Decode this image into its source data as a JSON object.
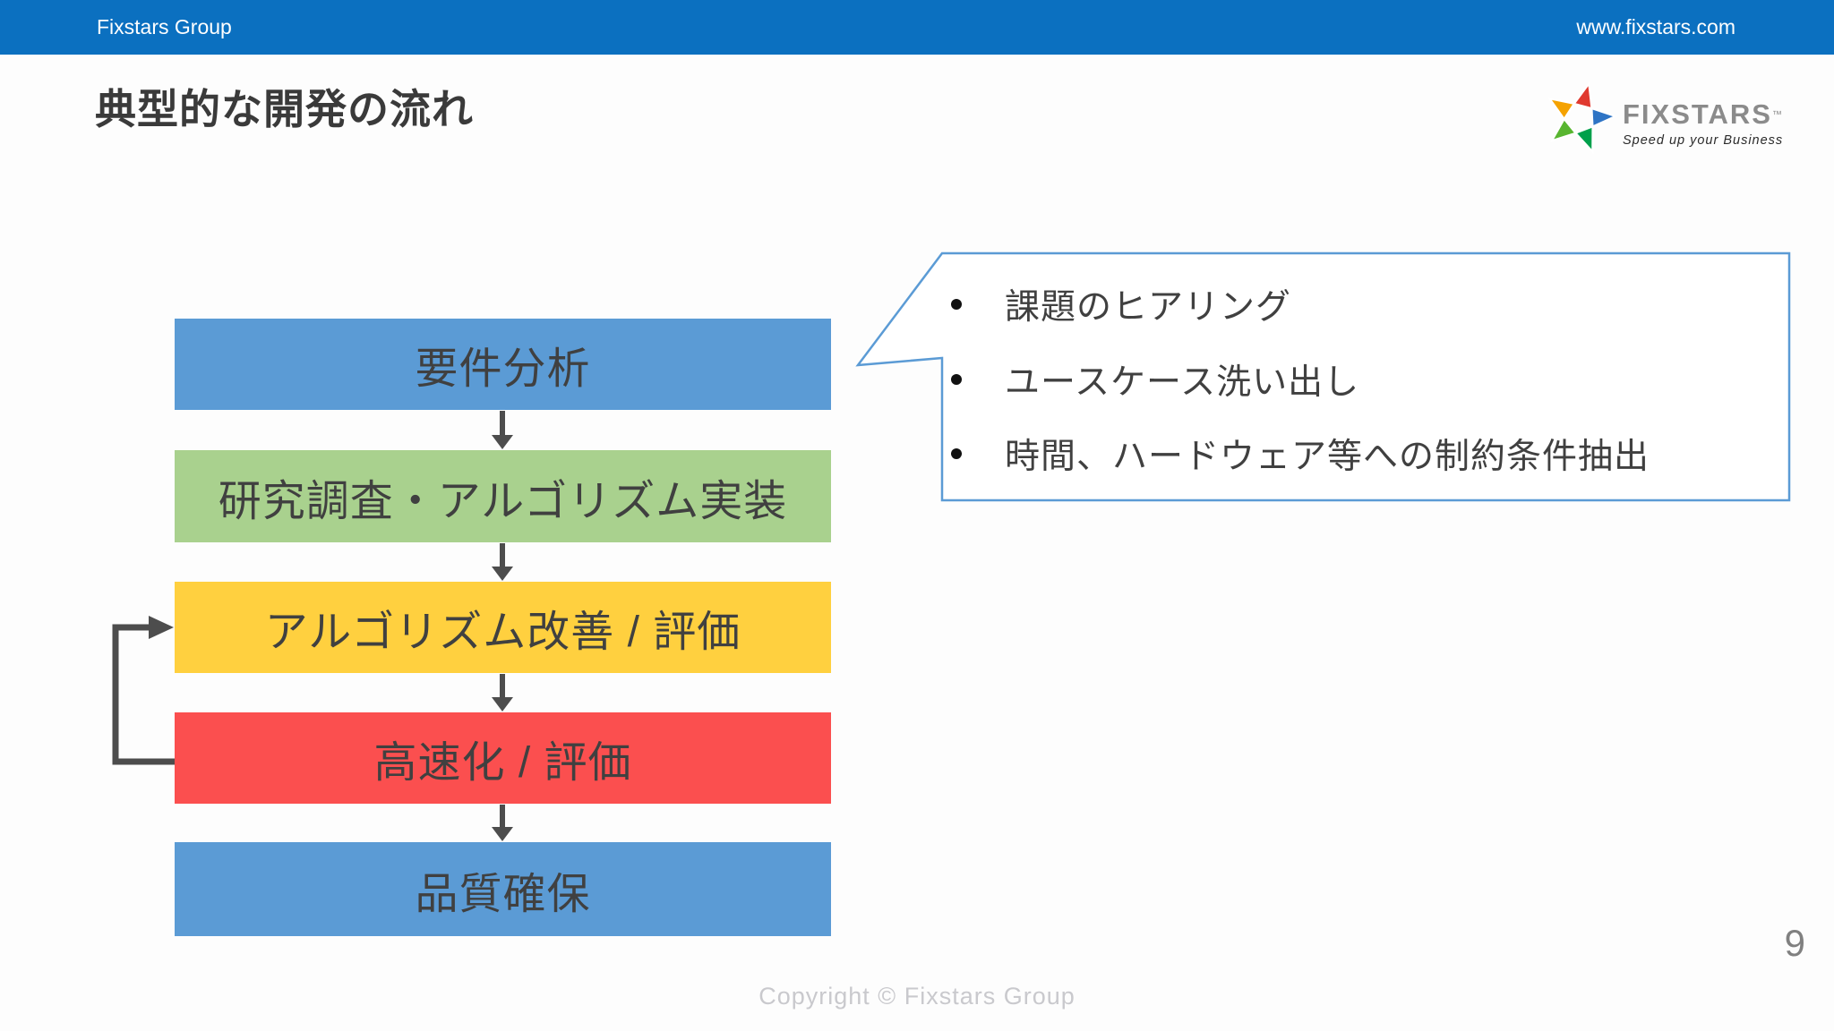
{
  "header": {
    "left": "Fixstars Group",
    "right": "www.fixstars.com"
  },
  "title": "典型的な開発の流れ",
  "logo": {
    "wordmark": "FIXSTARS",
    "trademark": "™",
    "tagline": "Speed up your Business",
    "star_colors": [
      "#e0392f",
      "#2e74c5",
      "#00a04b",
      "#58b530",
      "#f5a200"
    ]
  },
  "flow": {
    "steps": [
      {
        "label": "要件分析",
        "color": "#5b9bd5"
      },
      {
        "label": "研究調査・アルゴリズム実装",
        "color": "#a9d18e"
      },
      {
        "label": "アルゴリズム改善 / 評価",
        "color": "#ffd03f"
      },
      {
        "label": "高速化 / 評価",
        "color": "#fb4f4f"
      },
      {
        "label": "品質確保",
        "color": "#5b9bd5"
      }
    ]
  },
  "callout": {
    "border_color": "#5b9bd5",
    "items": [
      "課題のヒアリング",
      "ユースケース洗い出し",
      "時間、ハードウェア等への制約条件抽出"
    ]
  },
  "footer": {
    "copyright": "Copyright © Fixstars Group",
    "page_number": "9"
  },
  "colors": {
    "header_bar": "#0b70c0"
  }
}
